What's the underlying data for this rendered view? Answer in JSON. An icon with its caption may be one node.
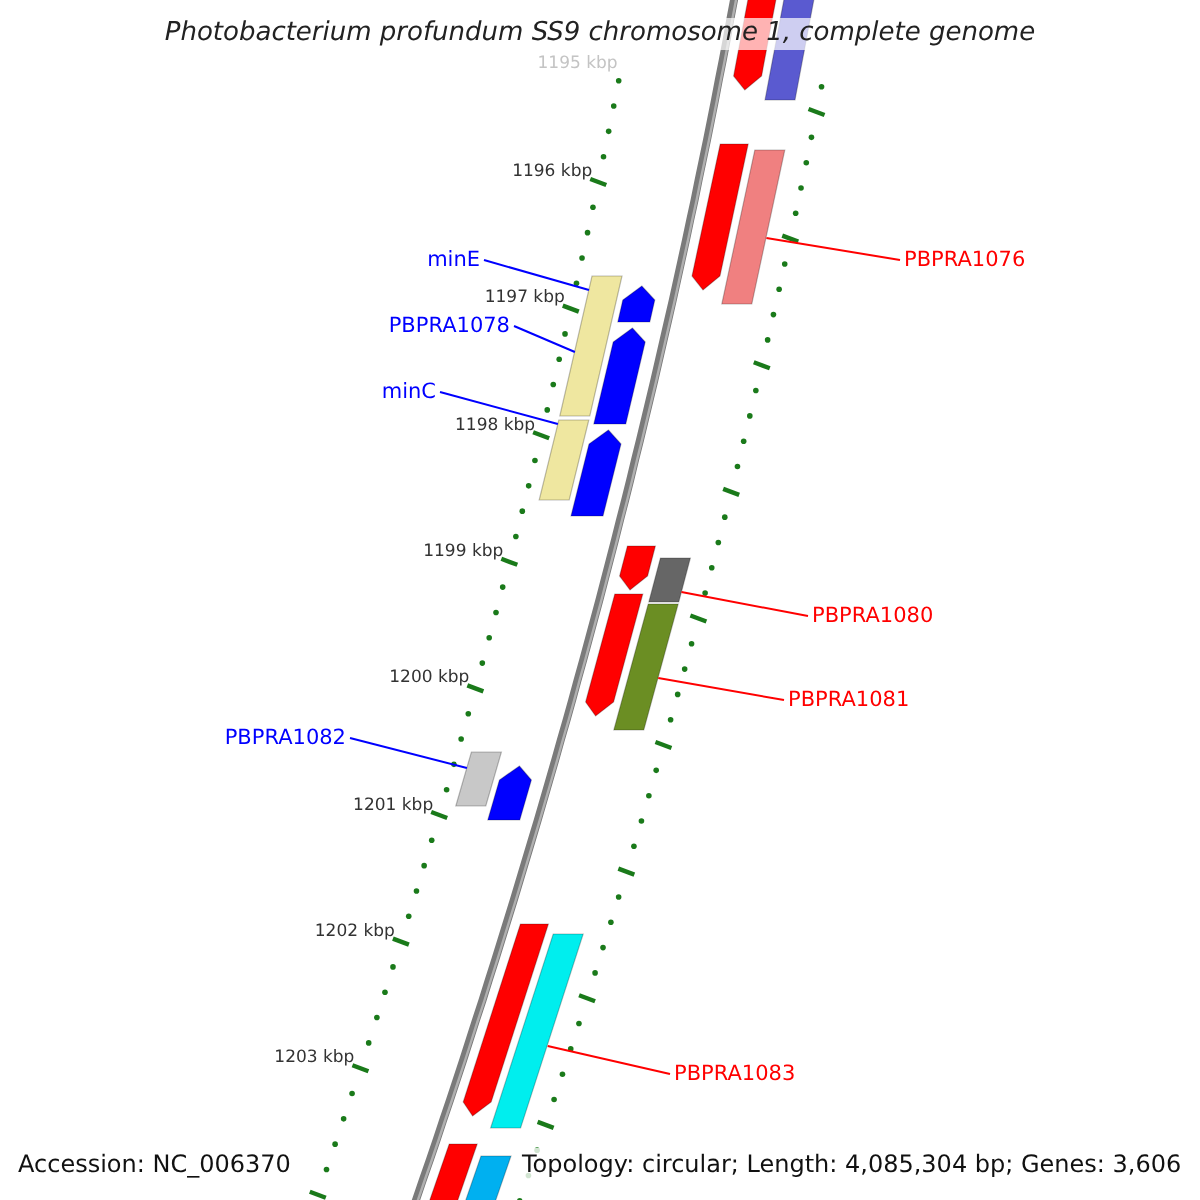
{
  "diagram": {
    "title": "Photobacterium profundum SS9 chromosome 1, complete genome",
    "nodes": [
      {
        "text": [
          "minE"
        ]
      },
      {
        "text": [
          "PBPRA1078"
        ]
      },
      {
        "text": [
          "minC"
        ]
      },
      {
        "text": [
          "PBPRA1082"
        ]
      },
      {
        "text": [
          "PBPRA1076"
        ]
      },
      {
        "text": [
          "PBPRA1080"
        ]
      },
      {
        "text": [
          "PBPRA1081"
        ]
      },
      {
        "text": [
          "PBPRA1083"
        ]
      },
      {
        "text": [],
        "shape": "bar"
      },
      {
        "text": [],
        "shape": "bar"
      },
      {
        "text": [],
        "shape": "bar"
      },
      {
        "text": [],
        "shape": "bar"
      },
      {
        "text": [],
        "shape": "bar"
      },
      {
        "text": [],
        "shape": "bar"
      },
      {
        "text": [],
        "shape": "bar"
      },
      {
        "text": [],
        "shape": "bar"
      },
      {
        "text": [],
        "shape": "bar"
      },
      {
        "text": [],
        "shape": "bar"
      },
      {
        "text": [],
        "shape": "bar"
      },
      {
        "text": [],
        "shape": "bar"
      },
      {
        "text": [],
        "shape": "bar"
      },
      {
        "text": [],
        "shape": "bar"
      },
      {
        "text": [],
        "shape": "bar"
      },
      {
        "text": [],
        "shape": "bar"
      },
      {
        "text": [],
        "shape": "bar"
      },
      {
        "text": [],
        "shape": "bar"
      },
      {
        "text": [],
        "shape": "bar"
      }
    ],
    "edges": [
      {
        "from": 0,
        "to": 12,
        "arrow": "none",
        "color": "#0000ff"
      },
      {
        "from": 1,
        "to": 12,
        "arrow": "none",
        "color": "#0000ff"
      },
      {
        "from": 2,
        "to": 15,
        "arrow": "none",
        "color": "#0000ff"
      },
      {
        "from": 3,
        "to": 21,
        "arrow": "none",
        "color": "#0000ff"
      },
      {
        "from": 4,
        "to": 11,
        "arrow": "none",
        "color": "#ff0000"
      },
      {
        "from": 5,
        "to": 18,
        "arrow": "none",
        "color": "#ff0000"
      },
      {
        "from": 6,
        "to": 20,
        "arrow": "none",
        "color": "#ff0000"
      },
      {
        "from": 7,
        "to": 24,
        "arrow": "none",
        "color": "#ff0000"
      }
    ],
    "labels": [
      "1195 kbp",
      "1196 kbp",
      "1197 kbp",
      "1198 kbp",
      "1199 kbp",
      "1200 kbp",
      "1201 kbp",
      "1202 kbp",
      "1203 kbp",
      "Accession: NC_006370",
      "Topology: circular; Length: 4,085,304 bp; Genes: 3,606"
    ]
  }
}
